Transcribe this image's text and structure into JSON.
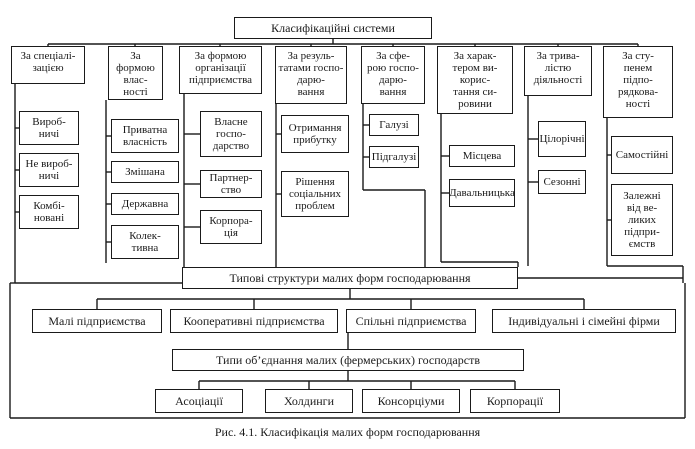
{
  "title": "Класифікаційні системи",
  "categories": [
    {
      "label": "За спеціалі-\nзацією",
      "items": [
        "Вироб-\nничі",
        "Не вироб-\nничі",
        "Комбі-\nновані"
      ]
    },
    {
      "label": "За формою\nвлас-\nності",
      "items": [
        "Приватна\nвласність",
        "Змішана",
        "Державна",
        "Колек-\nтивна"
      ]
    },
    {
      "label": "За формою\nорганізації\nпідприємства",
      "items": [
        "Власне\nгоспо-\nдарство",
        "Партнер-ство",
        "Корпора-\nція"
      ]
    },
    {
      "label": "За резуль-\nтатами госпо-\nдарю-\nвання",
      "items": [
        "Отримання\nприбутку",
        "Рішення\nсоціальних\nпроблем"
      ]
    },
    {
      "label": "За сфе-\nрою госпо-\nдарю-\nвання",
      "items": [
        "Галузі",
        "Підгалузі"
      ]
    },
    {
      "label": "За харак-\nтером ви-\nкорис-\nтання си-\nровини",
      "items": [
        "Місцева",
        "Давальницька"
      ]
    },
    {
      "label": "За трива-\nлістю\nдіяльності",
      "items": [
        "Цілорічні",
        "Сезонні"
      ]
    },
    {
      "label": "За сту-\nпенем\nпідпо-\nрядкова-\nності",
      "items": [
        "Самостійні",
        "Залежні\nвід ве-\nликих\nпідпри-\nємств"
      ]
    }
  ],
  "typical_structures": {
    "label": "Типові структури малих форм господарювання",
    "items": [
      "Малі підприємства",
      "Кооперативні підприємства",
      "Спільні підприємства",
      "Індивідуальні і сімейні фірми"
    ]
  },
  "union_types": {
    "label": "Типи об’єднання малих (фермерських) господарств",
    "items": [
      "Асоціації",
      "Холдинги",
      "Консорціуми",
      "Корпорації"
    ]
  },
  "caption": "Рис. 4.1. Класифікація малих форм господарювання"
}
